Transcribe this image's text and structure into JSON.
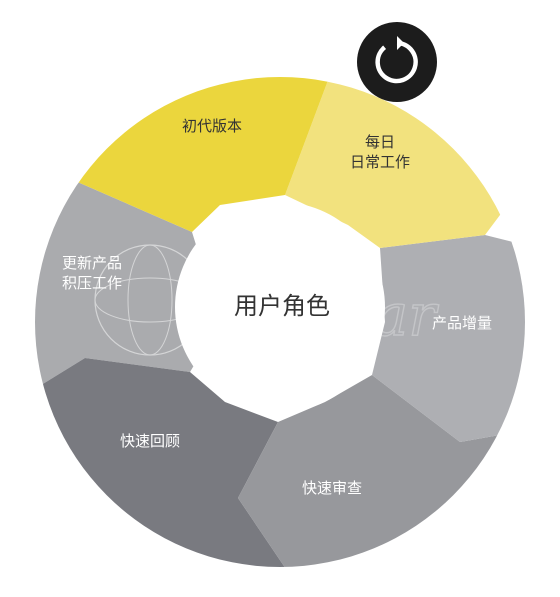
{
  "cycle": {
    "center_label": "用户角色",
    "segments": [
      {
        "id": "initial-version",
        "lines": [
          "初代版本"
        ],
        "color": "#ebd63d",
        "text_color": "#333333"
      },
      {
        "id": "daily-work",
        "lines": [
          "每日",
          "日常工作"
        ],
        "color": "#f2e27e",
        "text_color": "#333333"
      },
      {
        "id": "product-increment",
        "lines": [
          "产品增量"
        ],
        "color": "#aeafb3",
        "text_color": "#ffffff"
      },
      {
        "id": "quick-review",
        "lines": [
          "快速审查"
        ],
        "color": "#97989c",
        "text_color": "#ffffff"
      },
      {
        "id": "quick-retrospective",
        "lines": [
          "快速回顾"
        ],
        "color": "#797a80",
        "text_color": "#ffffff"
      },
      {
        "id": "update-backlog",
        "lines": [
          "更新产品",
          "积压工作"
        ],
        "color": "#aaabae",
        "text_color": "#ffffff"
      }
    ],
    "cycle_icon": "refresh-cycle-icon",
    "center_color": "#ffffff",
    "icon_bg_color": "#1c1c1c"
  },
  "watermark": {
    "text": "GeoStar"
  }
}
